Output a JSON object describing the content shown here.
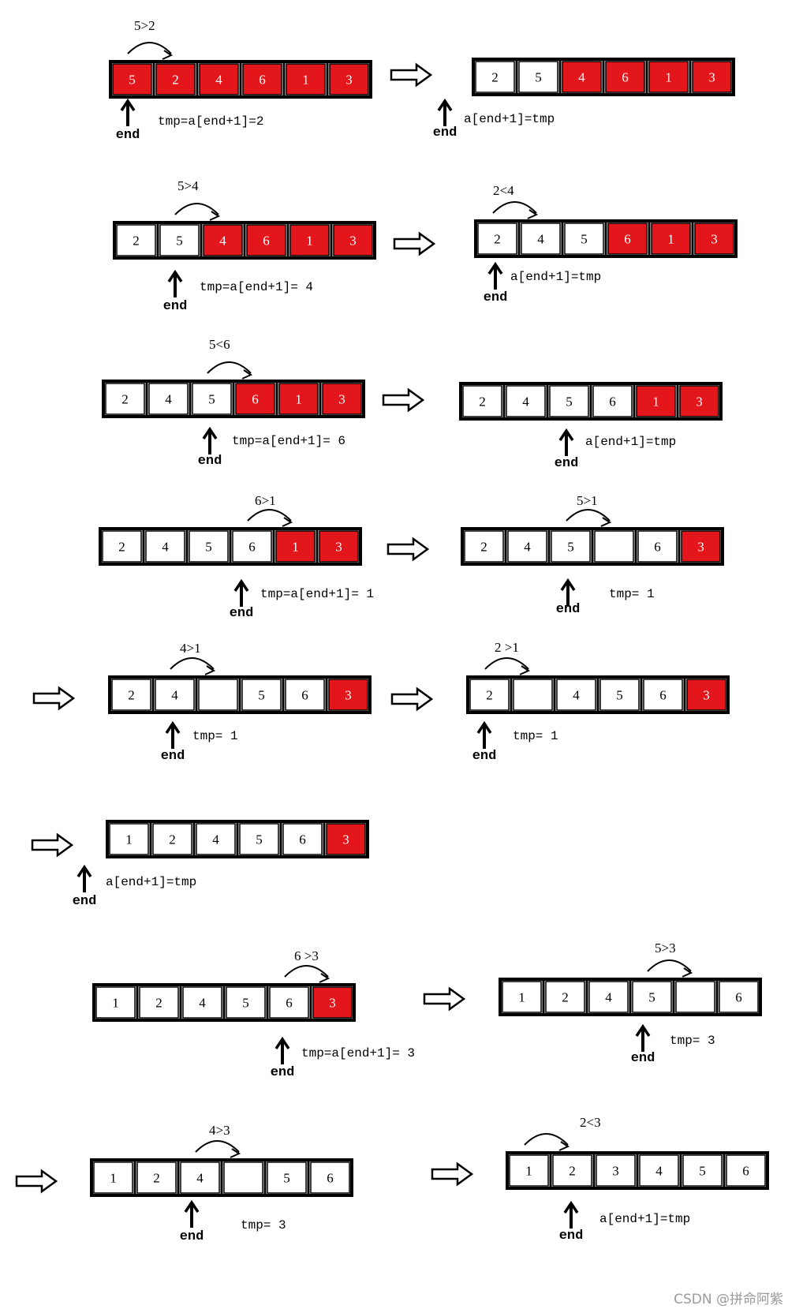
{
  "colors": {
    "sorted": "#ffffff",
    "unsorted": "#e3171b",
    "stroke": "#000000",
    "watermark": "#9a9a9a"
  },
  "watermark": "CSDN @拼命阿紫",
  "frames": [
    {
      "name": "step1-compare",
      "cells": [
        [
          "5",
          "r"
        ],
        [
          "2",
          "r"
        ],
        [
          "4",
          "r"
        ],
        [
          "6",
          "r"
        ],
        [
          "1",
          "r"
        ],
        [
          "3",
          "r"
        ]
      ],
      "compare": "5>2",
      "tmp": "tmp=a[end+1]=2",
      "end": "end"
    },
    {
      "name": "step1-result",
      "cells": [
        [
          "2",
          "w"
        ],
        [
          "5",
          "w"
        ],
        [
          "4",
          "r"
        ],
        [
          "6",
          "r"
        ],
        [
          "1",
          "r"
        ],
        [
          "3",
          "r"
        ]
      ],
      "tmp": "a[end+1]=tmp",
      "end": "end"
    },
    {
      "name": "step2-compare",
      "cells": [
        [
          "2",
          "w"
        ],
        [
          "5",
          "w"
        ],
        [
          "4",
          "r"
        ],
        [
          "6",
          "r"
        ],
        [
          "1",
          "r"
        ],
        [
          "3",
          "r"
        ]
      ],
      "compare": "5>4",
      "tmp": "tmp=a[end+1]= 4",
      "end": "end"
    },
    {
      "name": "step2-result",
      "cells": [
        [
          "2",
          "w"
        ],
        [
          "4",
          "w"
        ],
        [
          "5",
          "w"
        ],
        [
          "6",
          "r"
        ],
        [
          "1",
          "r"
        ],
        [
          "3",
          "r"
        ]
      ],
      "compare": "2<4",
      "tmp": "a[end+1]=tmp",
      "end": "end"
    },
    {
      "name": "step3-compare",
      "cells": [
        [
          "2",
          "w"
        ],
        [
          "4",
          "w"
        ],
        [
          "5",
          "w"
        ],
        [
          "6",
          "r"
        ],
        [
          "1",
          "r"
        ],
        [
          "3",
          "r"
        ]
      ],
      "compare": "5<6",
      "tmp": "tmp=a[end+1]= 6",
      "end": "end"
    },
    {
      "name": "step3-result",
      "cells": [
        [
          "2",
          "w"
        ],
        [
          "4",
          "w"
        ],
        [
          "5",
          "w"
        ],
        [
          "6",
          "w"
        ],
        [
          "1",
          "r"
        ],
        [
          "3",
          "r"
        ]
      ],
      "tmp": "a[end+1]=tmp",
      "end": "end"
    },
    {
      "name": "step4-compare",
      "cells": [
        [
          "2",
          "w"
        ],
        [
          "4",
          "w"
        ],
        [
          "5",
          "w"
        ],
        [
          "6",
          "w"
        ],
        [
          "1",
          "r"
        ],
        [
          "3",
          "r"
        ]
      ],
      "compare": "6>1",
      "tmp": "tmp=a[end+1]= 1",
      "end": "end"
    },
    {
      "name": "step4-shift1",
      "cells": [
        [
          "2",
          "w"
        ],
        [
          "4",
          "w"
        ],
        [
          "5",
          "w"
        ],
        [
          "",
          "w"
        ],
        [
          "6",
          "w"
        ],
        [
          "3",
          "r"
        ]
      ],
      "compare": "5>1",
      "tmp": "tmp= 1",
      "end": "end"
    },
    {
      "name": "step4-shift2",
      "cells": [
        [
          "2",
          "w"
        ],
        [
          "4",
          "w"
        ],
        [
          "",
          "w"
        ],
        [
          "5",
          "w"
        ],
        [
          "6",
          "w"
        ],
        [
          "3",
          "r"
        ]
      ],
      "compare": "4>1",
      "tmp": "tmp= 1",
      "end": "end"
    },
    {
      "name": "step4-shift3",
      "cells": [
        [
          "2",
          "w"
        ],
        [
          "",
          "w"
        ],
        [
          "4",
          "w"
        ],
        [
          "5",
          "w"
        ],
        [
          "6",
          "w"
        ],
        [
          "3",
          "r"
        ]
      ],
      "compare": "2 >1",
      "tmp": "tmp= 1",
      "end": "end"
    },
    {
      "name": "step4-result",
      "cells": [
        [
          "1",
          "w"
        ],
        [
          "2",
          "w"
        ],
        [
          "4",
          "w"
        ],
        [
          "5",
          "w"
        ],
        [
          "6",
          "w"
        ],
        [
          "3",
          "r"
        ]
      ],
      "tmp": "a[end+1]=tmp",
      "end": "end"
    },
    {
      "name": "step5-compare",
      "cells": [
        [
          "1",
          "w"
        ],
        [
          "2",
          "w"
        ],
        [
          "4",
          "w"
        ],
        [
          "5",
          "w"
        ],
        [
          "6",
          "w"
        ],
        [
          "3",
          "r"
        ]
      ],
      "compare": "6 >3",
      "tmp": "tmp=a[end+1]= 3",
      "end": "end"
    },
    {
      "name": "step5-shift1",
      "cells": [
        [
          "1",
          "w"
        ],
        [
          "2",
          "w"
        ],
        [
          "4",
          "w"
        ],
        [
          "5",
          "w"
        ],
        [
          "",
          "w"
        ],
        [
          "6",
          "w"
        ]
      ],
      "compare": "5>3",
      "tmp": "tmp= 3",
      "end": "end"
    },
    {
      "name": "step5-shift2",
      "cells": [
        [
          "1",
          "w"
        ],
        [
          "2",
          "w"
        ],
        [
          "4",
          "w"
        ],
        [
          "",
          "w"
        ],
        [
          "5",
          "w"
        ],
        [
          "6",
          "w"
        ]
      ],
      "compare": "4>3",
      "tmp": "tmp= 3",
      "end": "end"
    },
    {
      "name": "step5-result",
      "cells": [
        [
          "1",
          "w"
        ],
        [
          "2",
          "w"
        ],
        [
          "3",
          "w"
        ],
        [
          "4",
          "w"
        ],
        [
          "5",
          "w"
        ],
        [
          "6",
          "w"
        ]
      ],
      "compare": "2<3",
      "tmp": "a[end+1]=tmp",
      "end": "end"
    }
  ]
}
